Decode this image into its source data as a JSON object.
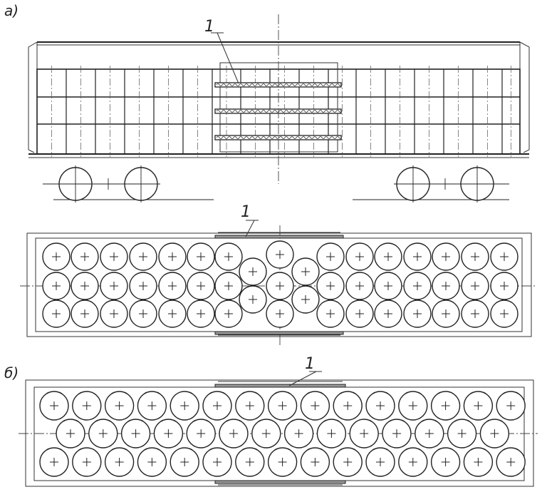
{
  "figure": {
    "view_a_label": "а)",
    "view_b_label": "б)",
    "callout_label": "1"
  },
  "colors": {
    "ink": "#222222",
    "paper": "#ffffff",
    "pad_fill": "#999999"
  }
}
